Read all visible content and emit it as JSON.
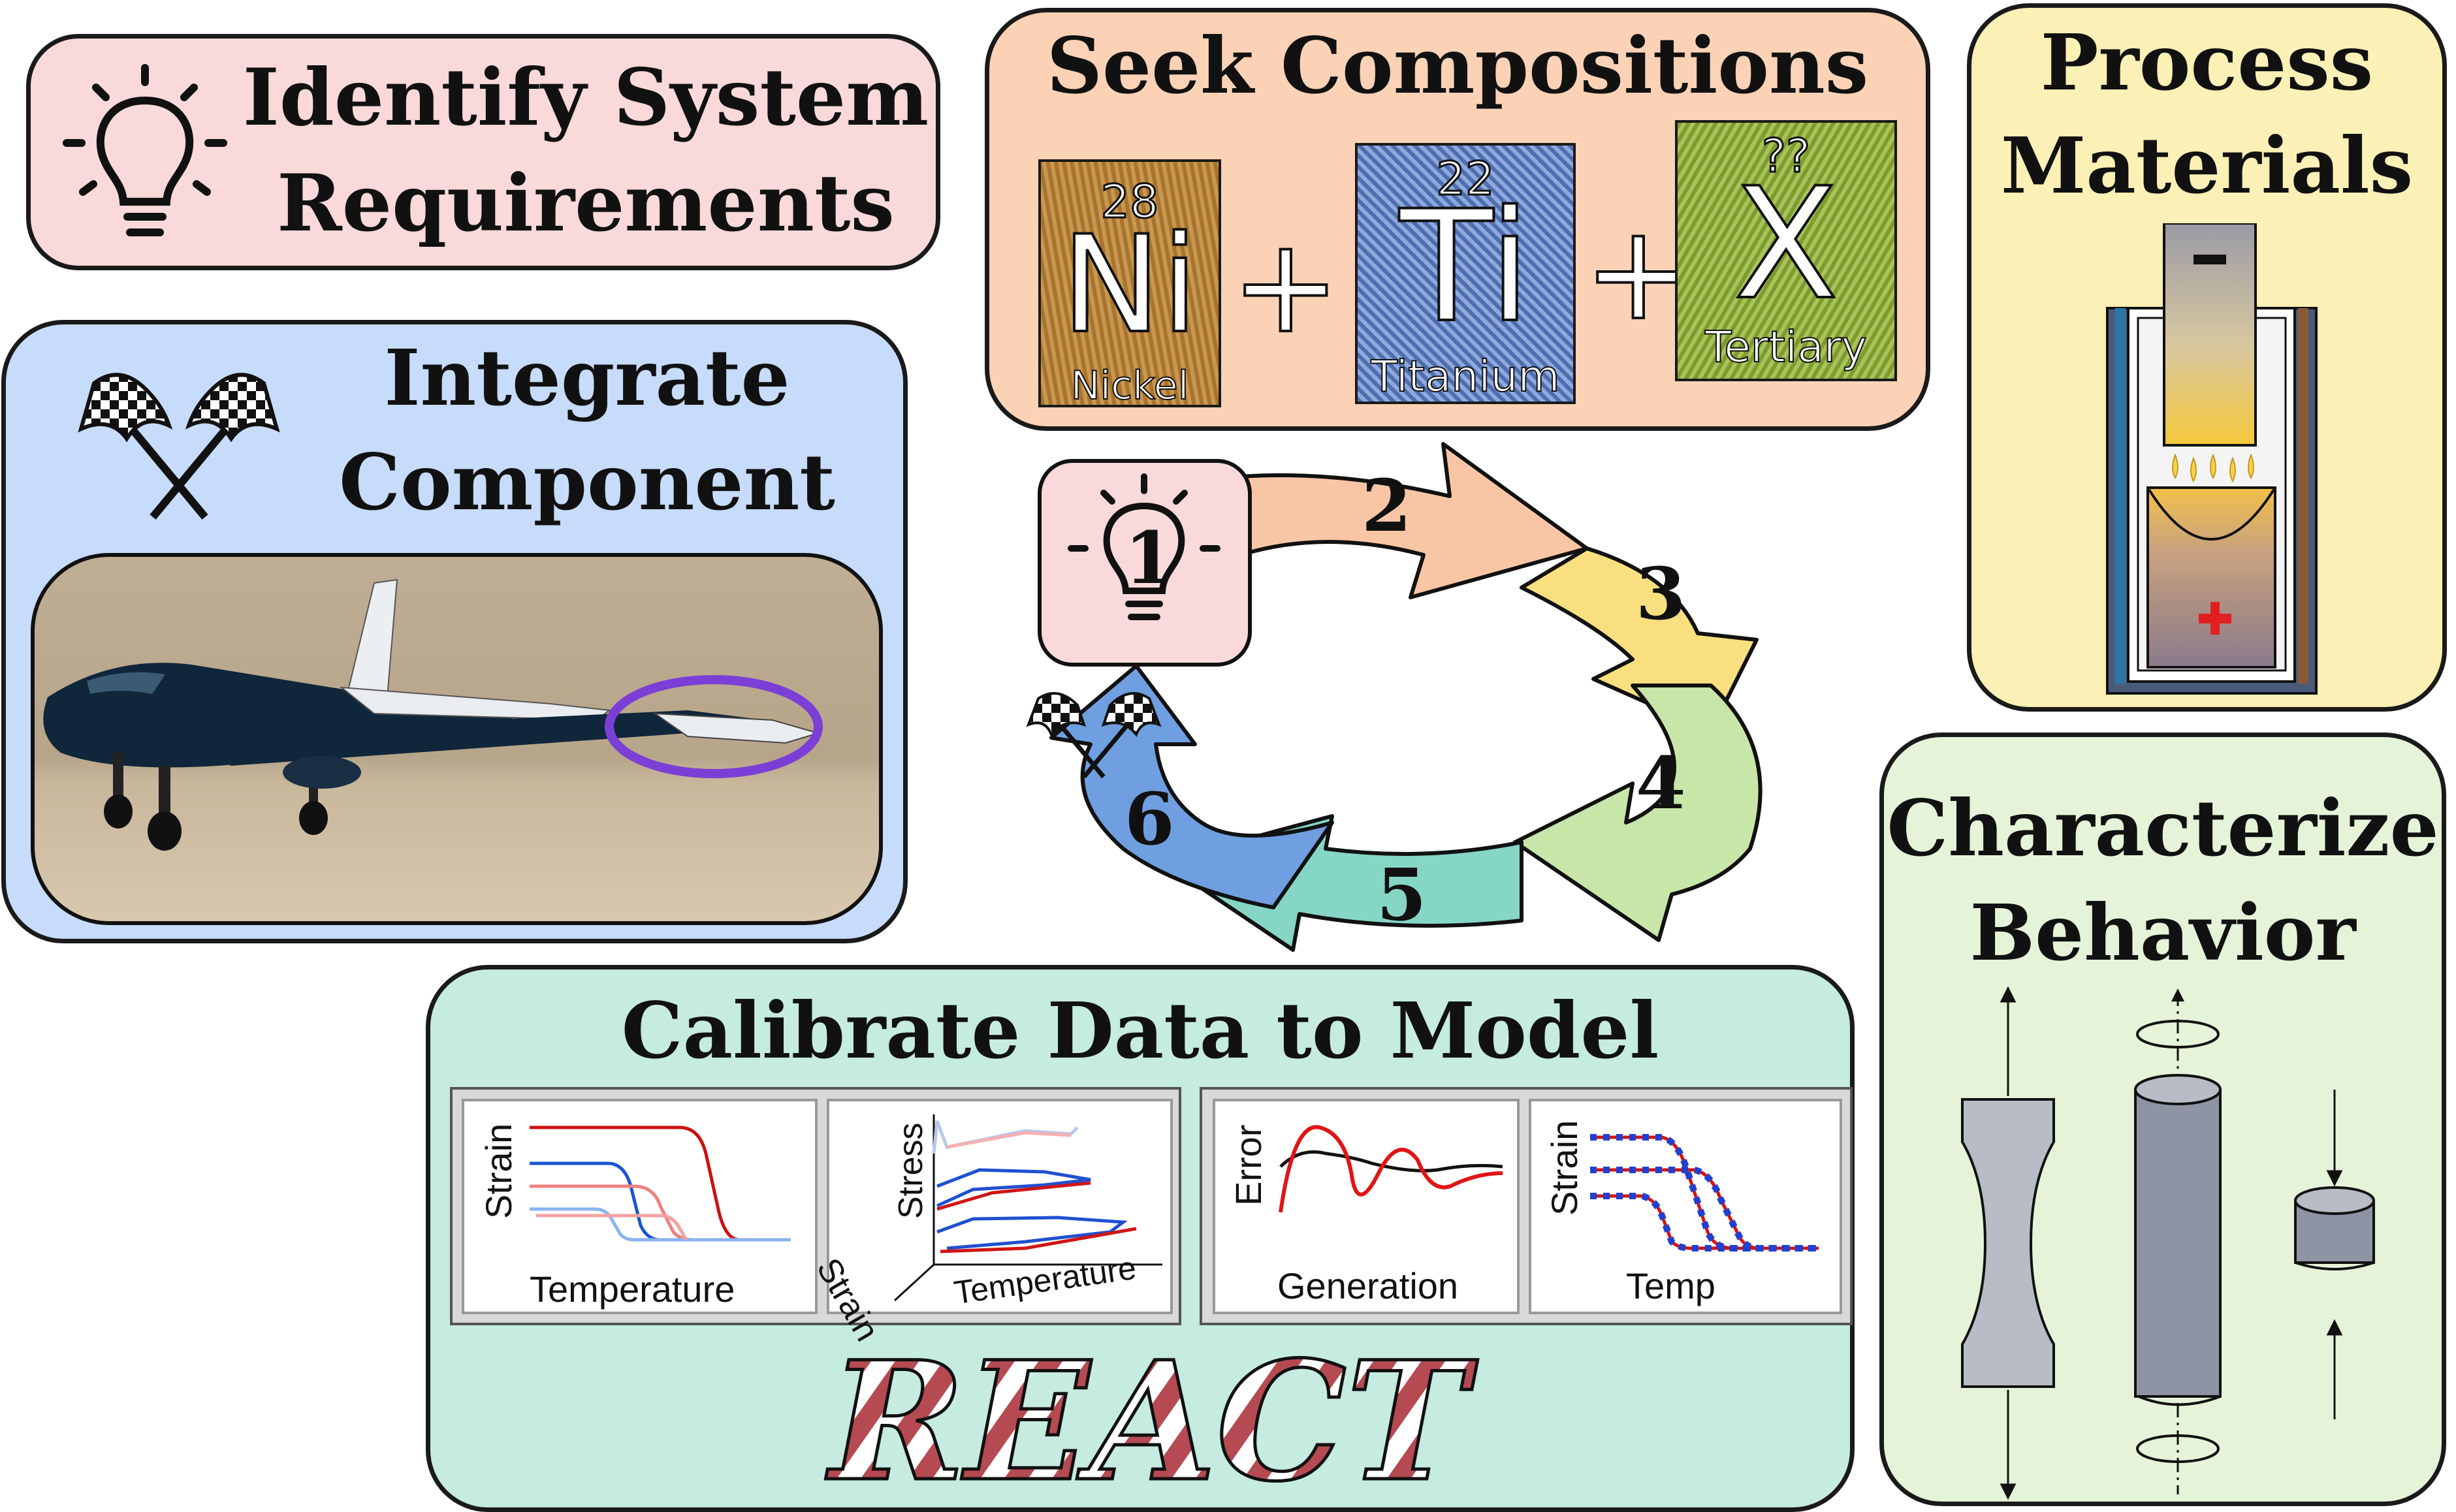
{
  "identify": {
    "title_line1": "Identify System",
    "title_line2": "Requirements"
  },
  "seek": {
    "title": "Seek Compositions",
    "elements": [
      {
        "number": "28",
        "symbol": "Ni",
        "name": "Nickel",
        "color": "#b8853a"
      },
      {
        "number": "22",
        "symbol": "Ti",
        "name": "Titanium",
        "color": "#5f7fc0"
      },
      {
        "number": "??",
        "symbol": "X",
        "name": "Tertiary",
        "color": "#8fae40"
      }
    ],
    "plus": "+"
  },
  "process": {
    "title_line1": "Process",
    "title_line2": "Materials"
  },
  "characterize": {
    "title_line1": "Characterize",
    "title_line2": "Behavior"
  },
  "integrate": {
    "title_line1": "Integrate",
    "title_line2": "Component"
  },
  "calibrate": {
    "title": "Calibrate Data to Model",
    "plots": [
      {
        "ylabel": "Strain",
        "xlabel": "Temperature"
      },
      {
        "ylabel": "Stress",
        "zlabel": "Strain",
        "xlabel": "Temperature"
      },
      {
        "ylabel": "Error",
        "xlabel": "Generation"
      },
      {
        "ylabel": "Strain",
        "xlabel": "Temp"
      }
    ],
    "logo": "REACT"
  },
  "cycle": {
    "steps": [
      "1",
      "2",
      "3",
      "4",
      "5",
      "6"
    ],
    "colors": [
      "#f9d9d9",
      "#f9c6a5",
      "#f9df80",
      "#c8e6a8",
      "#86d6c5",
      "#6f9fe0"
    ]
  }
}
